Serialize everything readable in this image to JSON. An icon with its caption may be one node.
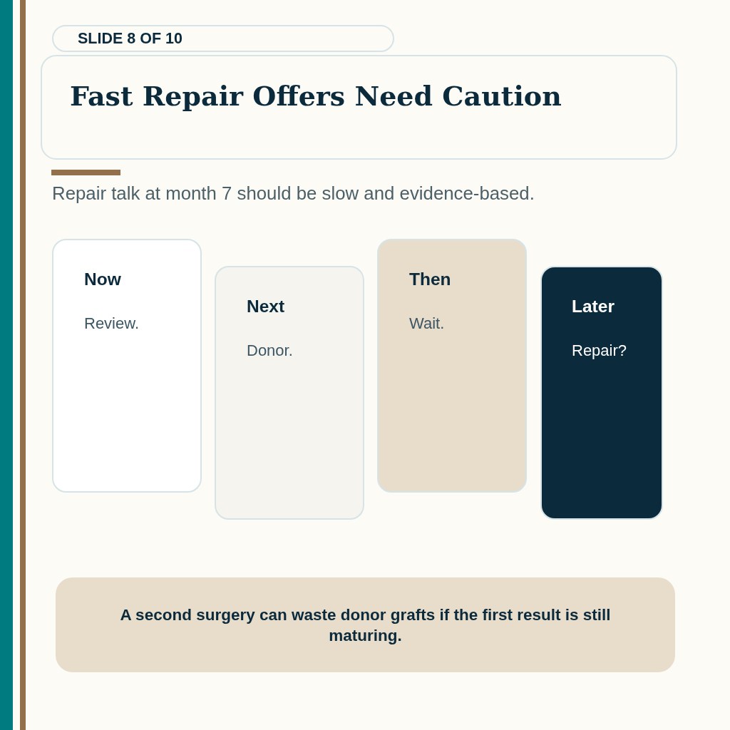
{
  "diagram": {
    "title": "Fast Repair Offers Need Caution",
    "nodes": [
      {
        "text": [
          "SLIDE 8 OF 10"
        ]
      },
      {
        "text": [
          "Now",
          "Review."
        ]
      },
      {
        "text": [
          "Next",
          "Donor."
        ]
      },
      {
        "text": [
          "Then",
          "Wait."
        ]
      },
      {
        "text": [
          "Later",
          "Repair?"
        ]
      },
      {
        "text": [
          "A second surgery can waste donor grafts if the first result is still maturing."
        ]
      }
    ],
    "labels": [
      "Repair talk at month 7 should be slow and evidence-based."
    ]
  }
}
